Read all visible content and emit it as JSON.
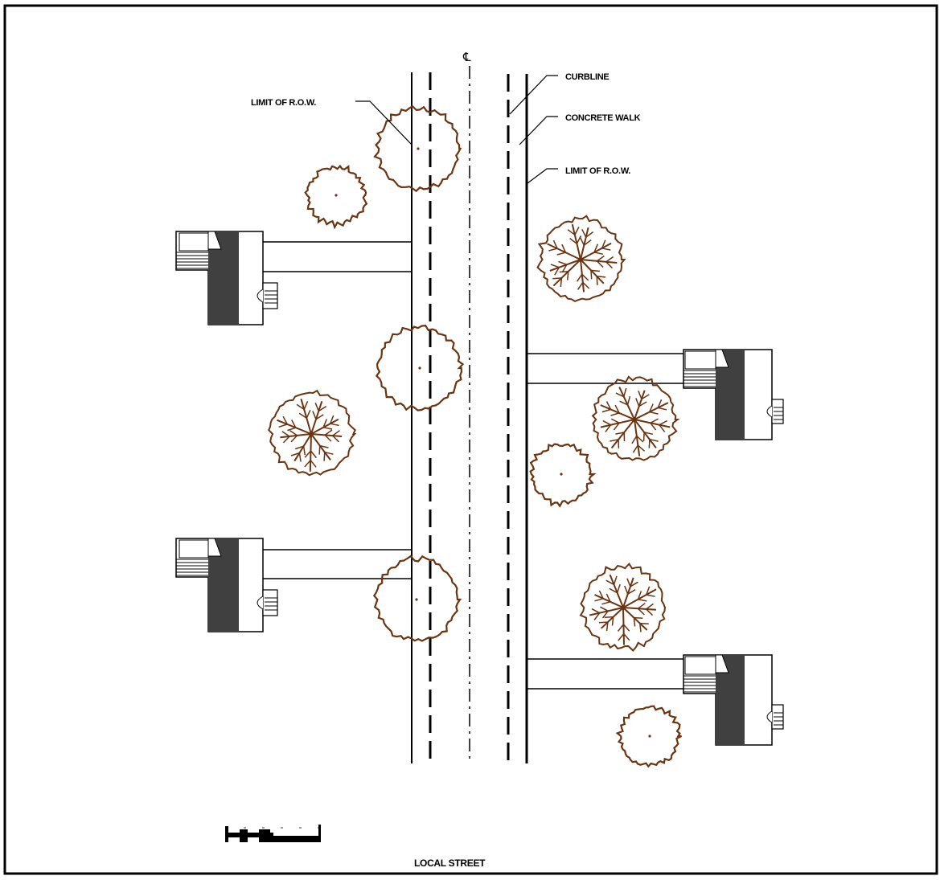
{
  "labels": {
    "centerline_symbol": "℄",
    "limit_row_left": "LIMIT OF R.O.W.",
    "curbline": "CURBLINE",
    "concrete_walk": "CONCRETE WALK",
    "limit_row_right": "LIMIT OF R.O.W.",
    "title": "LOCAL STREET"
  },
  "colors": {
    "tree": "#6b3410",
    "line": "#000000",
    "house_dark": "#404040"
  },
  "elements": {
    "houses": [
      "house-left-top",
      "house-left-bottom",
      "house-right-middle",
      "house-right-bottom"
    ],
    "trees": [
      "tree-outline",
      "tree-branching"
    ]
  }
}
